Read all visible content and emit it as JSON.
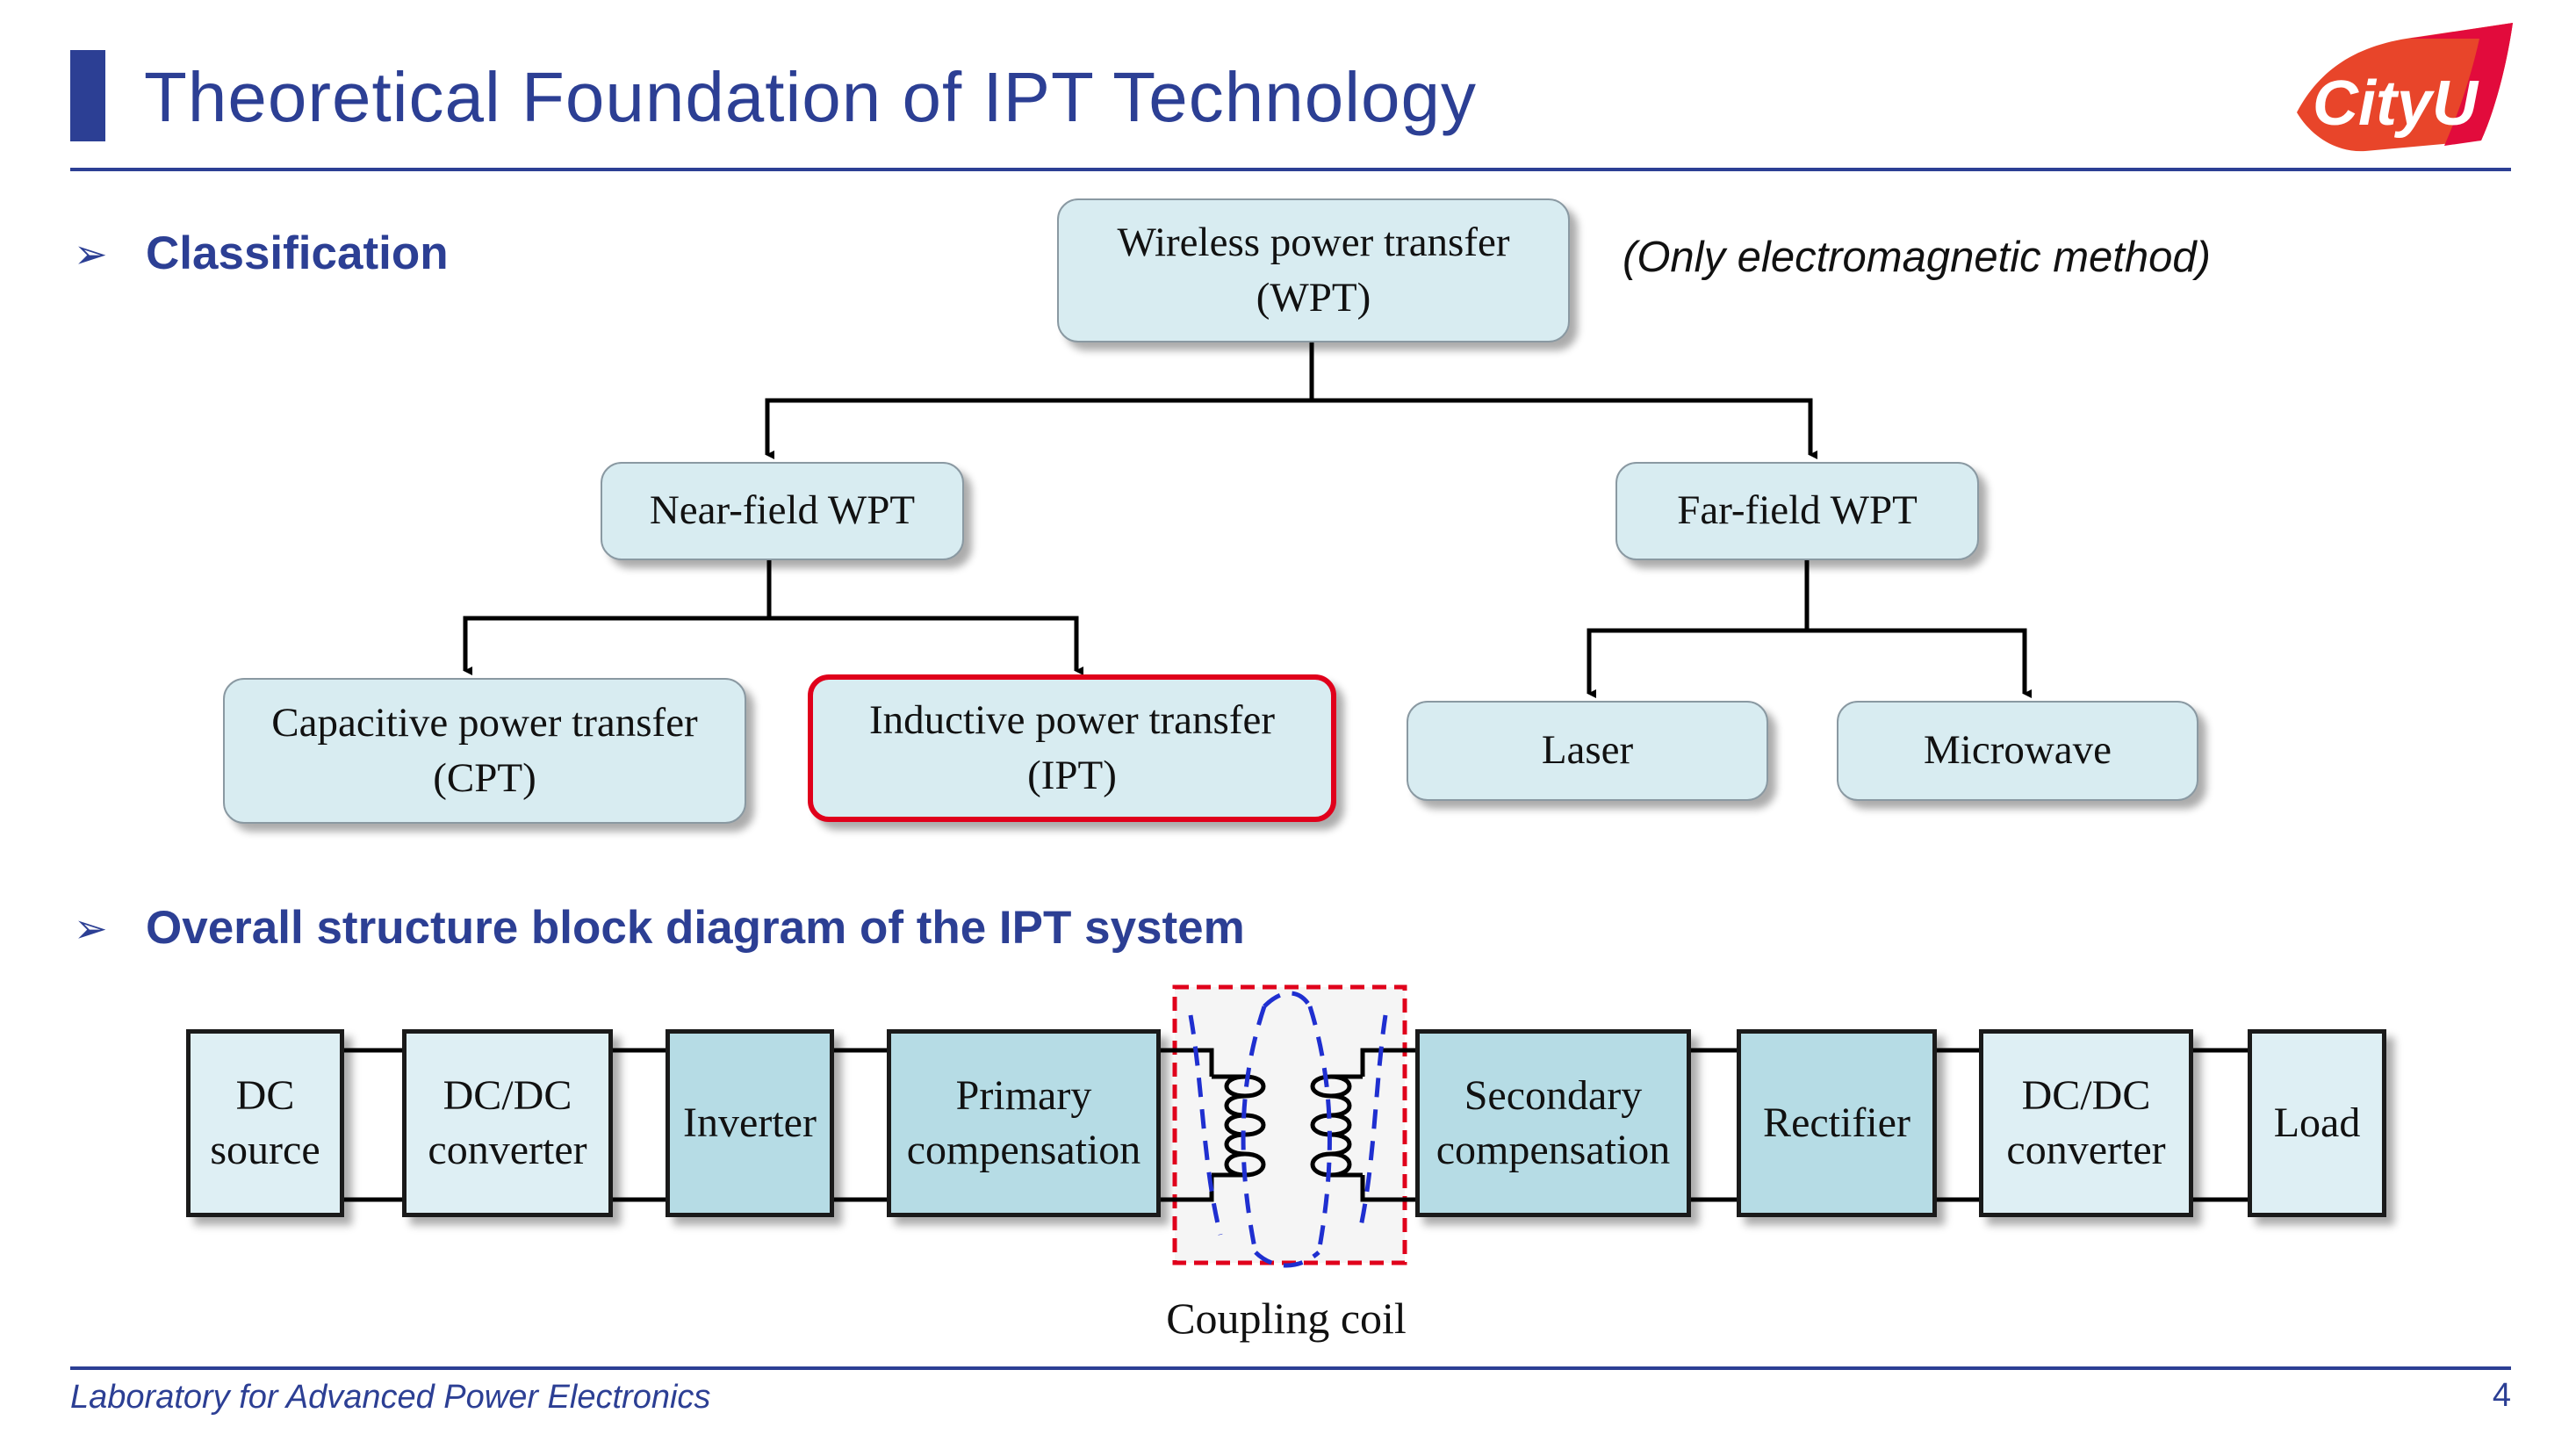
{
  "slide": {
    "title": "Theoretical Foundation of IPT Technology",
    "footer": "Laboratory for Advanced Power Electronics",
    "page_number": "4"
  },
  "logo": {
    "text": "CityU",
    "colors": [
      "#f05a22",
      "#e20b3c"
    ]
  },
  "sections": {
    "classification": {
      "bullet": "➢",
      "heading": "Classification"
    },
    "block_diagram": {
      "bullet": "➢",
      "heading": "Overall structure block diagram of the IPT system"
    }
  },
  "tree": {
    "root": "Wireless power transfer\n(WPT)",
    "note": "(Only electromagnetic method)",
    "near_field": "Near-field WPT",
    "far_field": "Far-field WPT",
    "cpt": "Capacitive power transfer\n(CPT)",
    "ipt": "Inductive power transfer\n(IPT)",
    "laser": "Laser",
    "microwave": "Microwave",
    "highlight_color": "#e0001b"
  },
  "block_diagram": {
    "blocks": [
      {
        "label": "DC\nsource",
        "shade": "light"
      },
      {
        "label": "DC/DC\nconverter",
        "shade": "light"
      },
      {
        "label": "Inverter",
        "shade": "dark"
      },
      {
        "label": "Primary\ncompensation",
        "shade": "dark"
      },
      {
        "label": "Secondary\ncompensation",
        "shade": "dark"
      },
      {
        "label": "Rectifier",
        "shade": "dark"
      },
      {
        "label": "DC/DC\nconverter",
        "shade": "light"
      },
      {
        "label": "Load",
        "shade": "light"
      }
    ],
    "coupling_label": "Coupling coil",
    "colors": {
      "light": "#deeff4",
      "dark": "#b6dce5",
      "flux": "#1f2fd0",
      "dashed_box": "#e0001b"
    }
  }
}
